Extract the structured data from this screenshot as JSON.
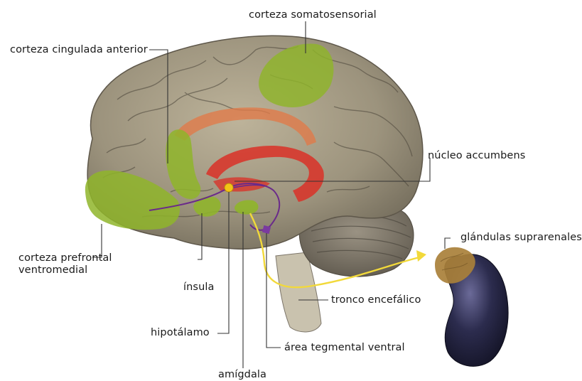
{
  "labels": {
    "somatosensory": "corteza somatosensorial",
    "anterior_cingulate": "corteza cingulada anterior",
    "nucleus_accumbens": "núcleo accumbens",
    "adrenal": "glándulas suprarenales",
    "vmpfc_line1": "corteza prefrontal",
    "vmpfc_line2": "ventromedial",
    "insula": "ínsula",
    "brainstem": "tronco encefálico",
    "hypothalamus": "hipotálamo",
    "vta": "área tegmental ventral",
    "amygdala": "amígdala"
  },
  "colors": {
    "cortex_region": "#8fb52a",
    "cingulate_arc": "#e07a4a",
    "limbic_arc": "#d8342a",
    "hypothalamus_dot": "#f2c316",
    "vta_dot": "#7a3aa0",
    "pathway_yellow": "#f2d93a",
    "pathway_purple": "#6a2a8a",
    "adrenal_gland": "#2a2a48",
    "adrenal_cap": "#a9803a"
  },
  "icons": [
    "brain-illustration",
    "adrenal-gland-illustration"
  ]
}
